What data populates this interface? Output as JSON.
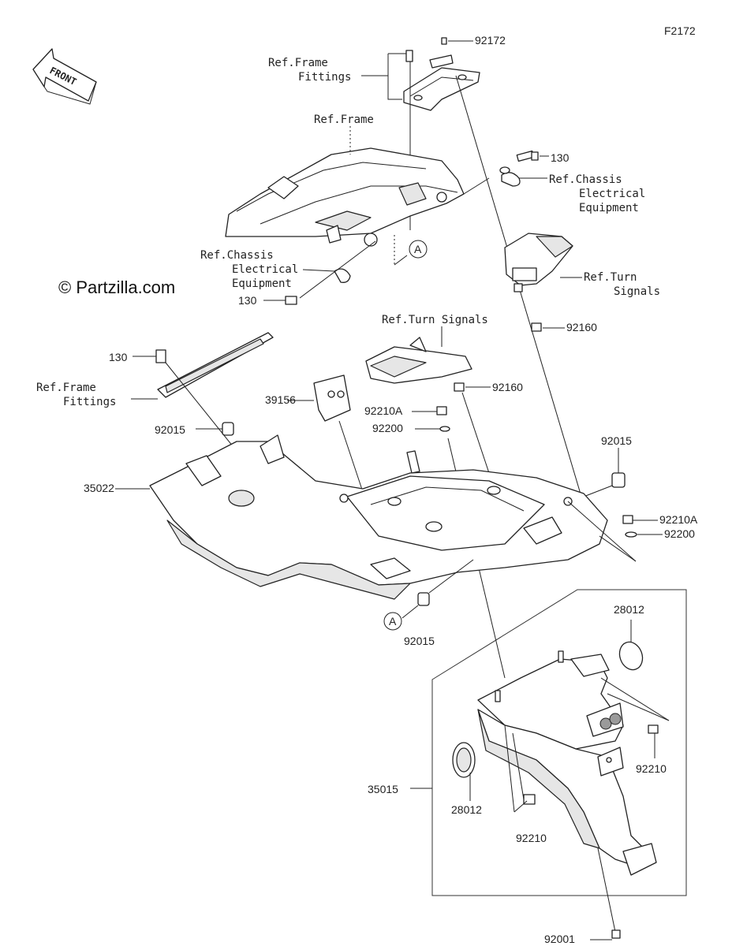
{
  "diagram_code": "F2172",
  "watermark": "© Partzilla.com",
  "front_arrow": "FRONT",
  "callout_letter": "A",
  "refs": {
    "frame_fittings_top": [
      "Ref.Frame",
      "Fittings"
    ],
    "frame": "Ref.Frame",
    "chassis_right": [
      "Ref.Chassis",
      "Electrical",
      "Equipment"
    ],
    "chassis_left": [
      "Ref.Chassis",
      "Electrical",
      "Equipment"
    ],
    "turn_signals_right": [
      "Ref.Turn",
      "Signals"
    ],
    "turn_signals_center": "Ref.Turn Signals",
    "frame_fittings_left": [
      "Ref.Frame",
      "Fittings"
    ]
  },
  "part_numbers": {
    "p92172": "92172",
    "p130_right": "130",
    "p130_left_mid": "130",
    "p130_left": "130",
    "p92160_upper": "92160",
    "p92160_lower": "92160",
    "p39156": "39156",
    "p92210A_left": "92210A",
    "p92200_left": "92200",
    "p92015_left": "92015",
    "p92015_right": "92015",
    "p35022": "35022",
    "p92210A_right": "92210A",
    "p92200_right": "92200",
    "p92015_bottom": "92015",
    "p28012_top": "28012",
    "p28012_left": "28012",
    "p35015": "35015",
    "p92210_right": "92210",
    "p92210_bottom": "92210",
    "p92001": "92001"
  }
}
